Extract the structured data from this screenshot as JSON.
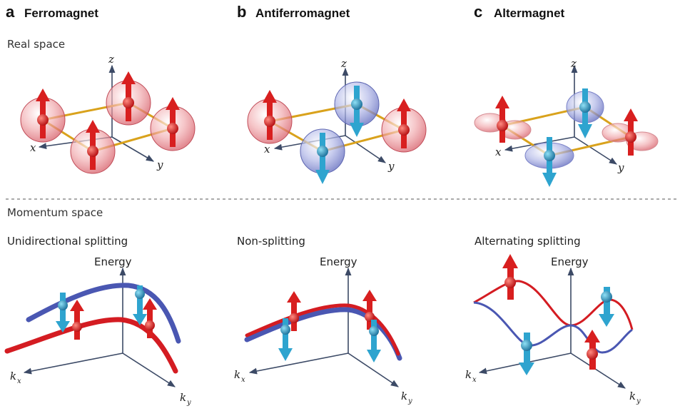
{
  "panels": [
    {
      "letter": "a",
      "title": "Ferromagnet",
      "subtitle": "Unidirectional splitting"
    },
    {
      "letter": "b",
      "title": "Antiferromagnet",
      "subtitle": "Non-splitting"
    },
    {
      "letter": "c",
      "title": "Altermagnet",
      "subtitle": "Alternating splitting"
    }
  ],
  "sections": {
    "real": "Real space",
    "momentum": "Momentum space"
  },
  "axes": {
    "x": "x",
    "y": "y",
    "z": "z",
    "k": "k",
    "kx_sub": "x",
    "ky_sub": "y",
    "energy": "Energy"
  },
  "colors": {
    "spin_up": "#e0231f",
    "spin_down": "#2fa6cf",
    "band_up": "#d41c22",
    "band_down": "#4a57b2",
    "bond": "#d9a21c",
    "axis": "#3c4a66"
  }
}
